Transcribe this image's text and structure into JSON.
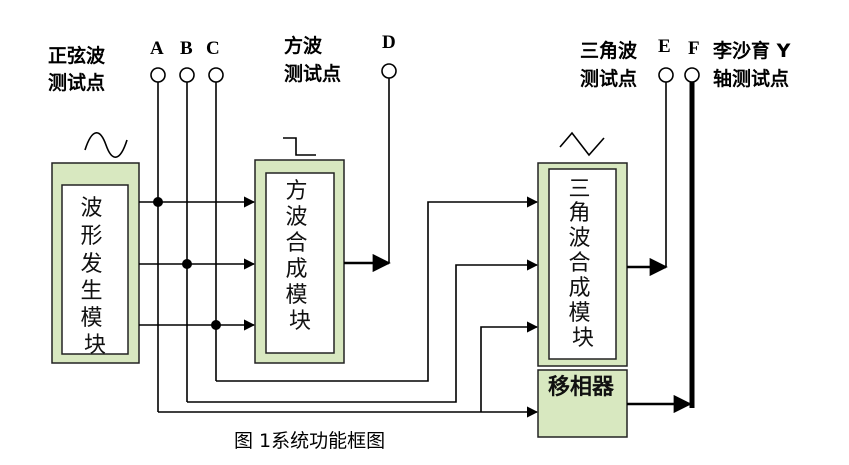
{
  "labels": {
    "sine_test_point": [
      "正弦波",
      "测试点"
    ],
    "square_test_point": [
      "方波",
      "测试点"
    ],
    "triangle_test_point": [
      "三角波",
      "测试点"
    ],
    "y_axis_test_point": [
      "李沙育 Y",
      "轴测试点"
    ]
  },
  "pins": {
    "a": "A",
    "b": "B",
    "c": "C",
    "d": "D",
    "e": "E",
    "f": "F"
  },
  "blocks": {
    "waveform_generator": [
      "波",
      "形",
      "发",
      "生",
      "模",
      "块"
    ],
    "square_synth": [
      "方",
      "波",
      "合",
      "成",
      "模",
      "块"
    ],
    "triangle_synth": [
      "三",
      "角",
      "波",
      "合",
      "成",
      "模",
      "块"
    ],
    "phase_shifter": "移相器"
  },
  "caption": "图 1系统功能框图",
  "colors": {
    "block_fill": "#d8e8c0",
    "block_border": "#222222",
    "inner_fill": "#ffffff",
    "wire": "#000000"
  },
  "icons": [
    "sine-wave-icon",
    "square-wave-icon",
    "triangle-wave-icon"
  ]
}
